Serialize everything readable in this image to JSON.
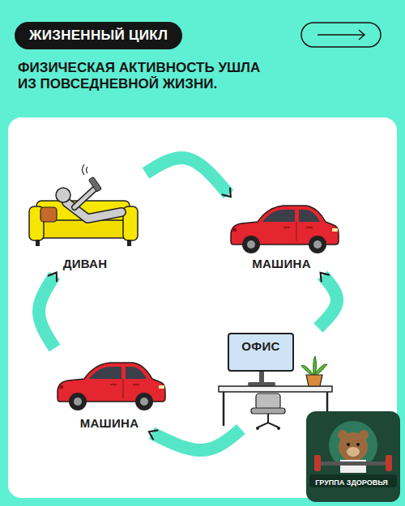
{
  "diagram": {
    "title": "ЖИЗНЕННЫЙ ЦИКЛ",
    "nodes": [
      {
        "text": [
          "ДИВАН"
        ]
      },
      {
        "text": [
          "МАШИНА"
        ]
      },
      {
        "text": [
          "ОФИС"
        ]
      },
      {
        "text": [
          "МАШИНА"
        ]
      }
    ],
    "edges": [
      {
        "from": 0,
        "to": 1,
        "arrow": "to"
      },
      {
        "from": 2,
        "to": 1,
        "arrow": "to"
      },
      {
        "from": 2,
        "to": 3,
        "arrow": "to"
      },
      {
        "from": 3,
        "to": 0,
        "arrow": "to"
      }
    ],
    "labels": [
      "ФИЗИЧЕСКАЯ АКТИВНОСТЬ УШЛА ИЗ ПОВСЕДНЕВНОЙ ЖИЗНИ.",
      "ГРУППА ЗДОРОВЬЯ"
    ]
  }
}
